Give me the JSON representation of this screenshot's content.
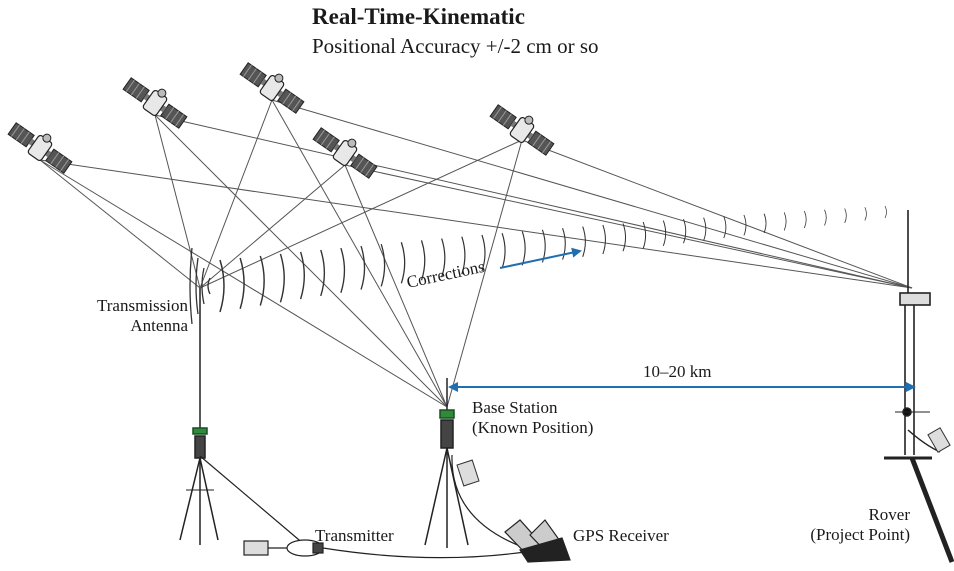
{
  "header": {
    "title": "Real-Time-Kinematic",
    "subtitle": "Positional Accuracy +/-2 cm or so"
  },
  "labels": {
    "transmission_antenna_line1": "Transmission",
    "transmission_antenna_line2": "Antenna",
    "corrections": "Corrections",
    "distance": "10–20 km",
    "base_station_line1": "Base Station",
    "base_station_line2": "(Known Position)",
    "transmitter": "Transmitter",
    "gps_receiver": "GPS Receiver",
    "rover_line1": "Rover",
    "rover_line2": "(Project Point)"
  },
  "colors": {
    "arrow": "#1f6fb0",
    "ink": "#1a1a1a",
    "line": "#4a4a4a"
  },
  "icons": [
    "satellite-icon",
    "tripod-icon",
    "antenna-icon",
    "rover-pole-icon",
    "transmitter-icon",
    "gps-receiver-icon"
  ]
}
